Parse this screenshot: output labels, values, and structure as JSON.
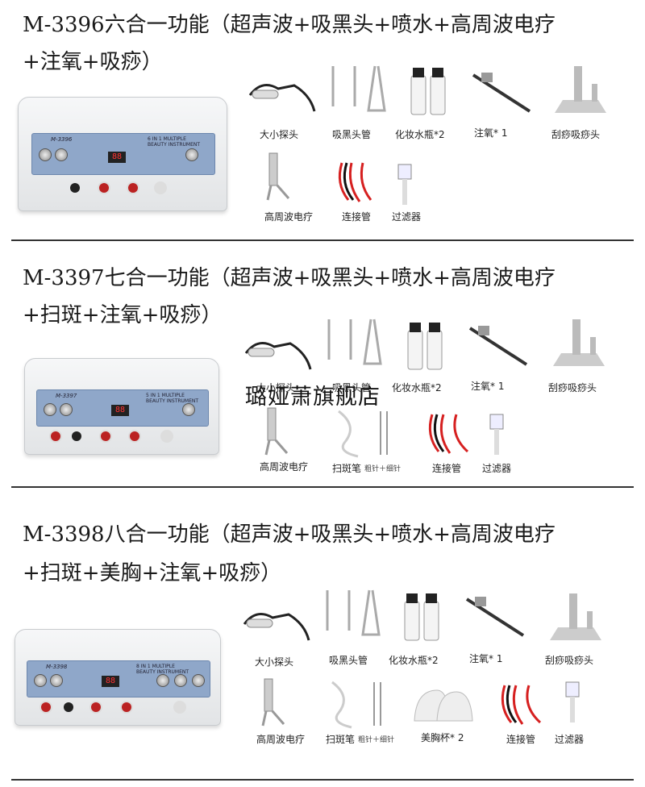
{
  "sections": [
    {
      "title_line1": "M-3396六合一功能（超声波+吸黑头+喷水+高周波电疗",
      "title_line2": "+注氧+吸痧）",
      "machine_model": "M-3396",
      "machine_brand": "6 IN 1 MULTIPLE BEAUTY INSTRUMENT",
      "row1": [
        "大小探头",
        "吸黑头管",
        "化妆水瓶*2",
        "注氧* 1",
        "刮痧吸痧头"
      ],
      "row2": [
        "高周波电疗",
        "连接管",
        "过滤器"
      ]
    },
    {
      "title_line1": "M-3397七合一功能（超声波+吸黑头+喷水+高周波电疗",
      "title_line2": "+扫斑+注氧+吸痧）",
      "machine_model": "M-3397",
      "machine_brand": "5 IN 1 MULTIPLE BEAUTY INSTRUMENT",
      "row1": [
        "大小探头",
        "吸黑头管",
        "化妆水瓶*2",
        "注氧* 1",
        "刮痧吸痧头"
      ],
      "row2": [
        "高周波电疗",
        "扫斑笔",
        "粗针＋细针",
        "连接管",
        "过滤器"
      ]
    },
    {
      "title_line1": "M-3398八合一功能（超声波+吸黑头+喷水+高周波电疗",
      "title_line2": "+扫斑+美胸+注氧+吸痧）",
      "machine_model": "M-3398",
      "machine_brand": "8 IN 1 MULTIPLE BEAUTY INSTRUMENT",
      "row1": [
        "大小探头",
        "吸黑头管",
        "化妆水瓶*2",
        "注氧* 1",
        "刮痧吸痧头"
      ],
      "row2": [
        "高周波电疗",
        "扫斑笔",
        "粗针＋细针",
        "美胸杯* 2",
        "连接管",
        "过滤器"
      ]
    }
  ],
  "watermark": "璐娅萧旗舰店",
  "display_digits": "88",
  "colors": {
    "panel": "#8fa7c9",
    "jack": "#b22222",
    "hose_red": "#d62020",
    "hose_black": "#111111"
  }
}
